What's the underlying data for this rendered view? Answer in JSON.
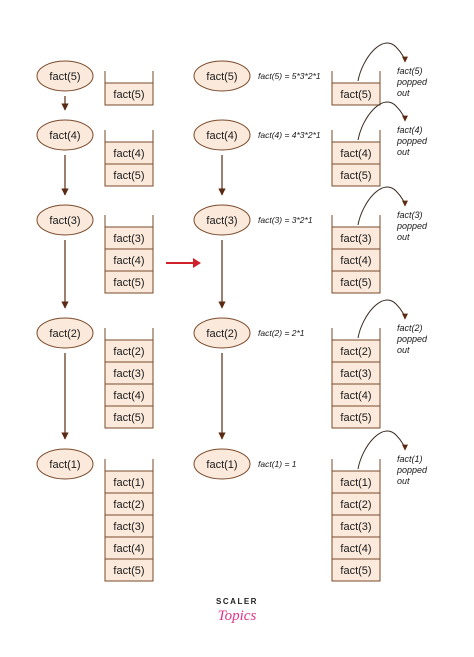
{
  "rows": [
    {
      "call": "fact(5)",
      "left_stack": [
        "fact(5)"
      ],
      "equation": "fact(5) = 5*3*2*1",
      "right_stack": [
        "fact(5)"
      ],
      "note": [
        "fact(5)",
        "popped",
        "out"
      ]
    },
    {
      "call": "fact(4)",
      "left_stack": [
        "fact(4)",
        "fact(5)"
      ],
      "equation": "fact(4) = 4*3*2*1",
      "right_stack": [
        "fact(4)",
        "fact(5)"
      ],
      "note": [
        "fact(4)",
        "popped",
        "out"
      ]
    },
    {
      "call": "fact(3)",
      "left_stack": [
        "fact(3)",
        "fact(4)",
        "fact(5)"
      ],
      "equation": "fact(3) = 3*2*1",
      "right_stack": [
        "fact(3)",
        "fact(4)",
        "fact(5)"
      ],
      "note": [
        "fact(3)",
        "popped",
        "out"
      ]
    },
    {
      "call": "fact(2)",
      "left_stack": [
        "fact(2)",
        "fact(3)",
        "fact(4)",
        "fact(5)"
      ],
      "equation": "fact(2) = 2*1",
      "right_stack": [
        "fact(2)",
        "fact(3)",
        "fact(4)",
        "fact(5)"
      ],
      "note": [
        "fact(2)",
        "popped",
        "out"
      ]
    },
    {
      "call": "fact(1)",
      "left_stack": [
        "fact(1)",
        "fact(2)",
        "fact(3)",
        "fact(4)",
        "fact(5)"
      ],
      "equation": "fact(1) = 1",
      "right_stack": [
        "fact(1)",
        "fact(2)",
        "fact(3)",
        "fact(4)",
        "fact(5)"
      ],
      "note": [
        "fact(1)",
        "popped",
        "out"
      ]
    }
  ],
  "logo": {
    "line1": "SCALER",
    "line2": "Topics"
  },
  "colors": {
    "fill": "#fbeadc",
    "stroke": "#7a4a2a",
    "arrow": "#5a2a12",
    "center_arrow": "#d0202a",
    "logo_accent": "#e0338a"
  }
}
